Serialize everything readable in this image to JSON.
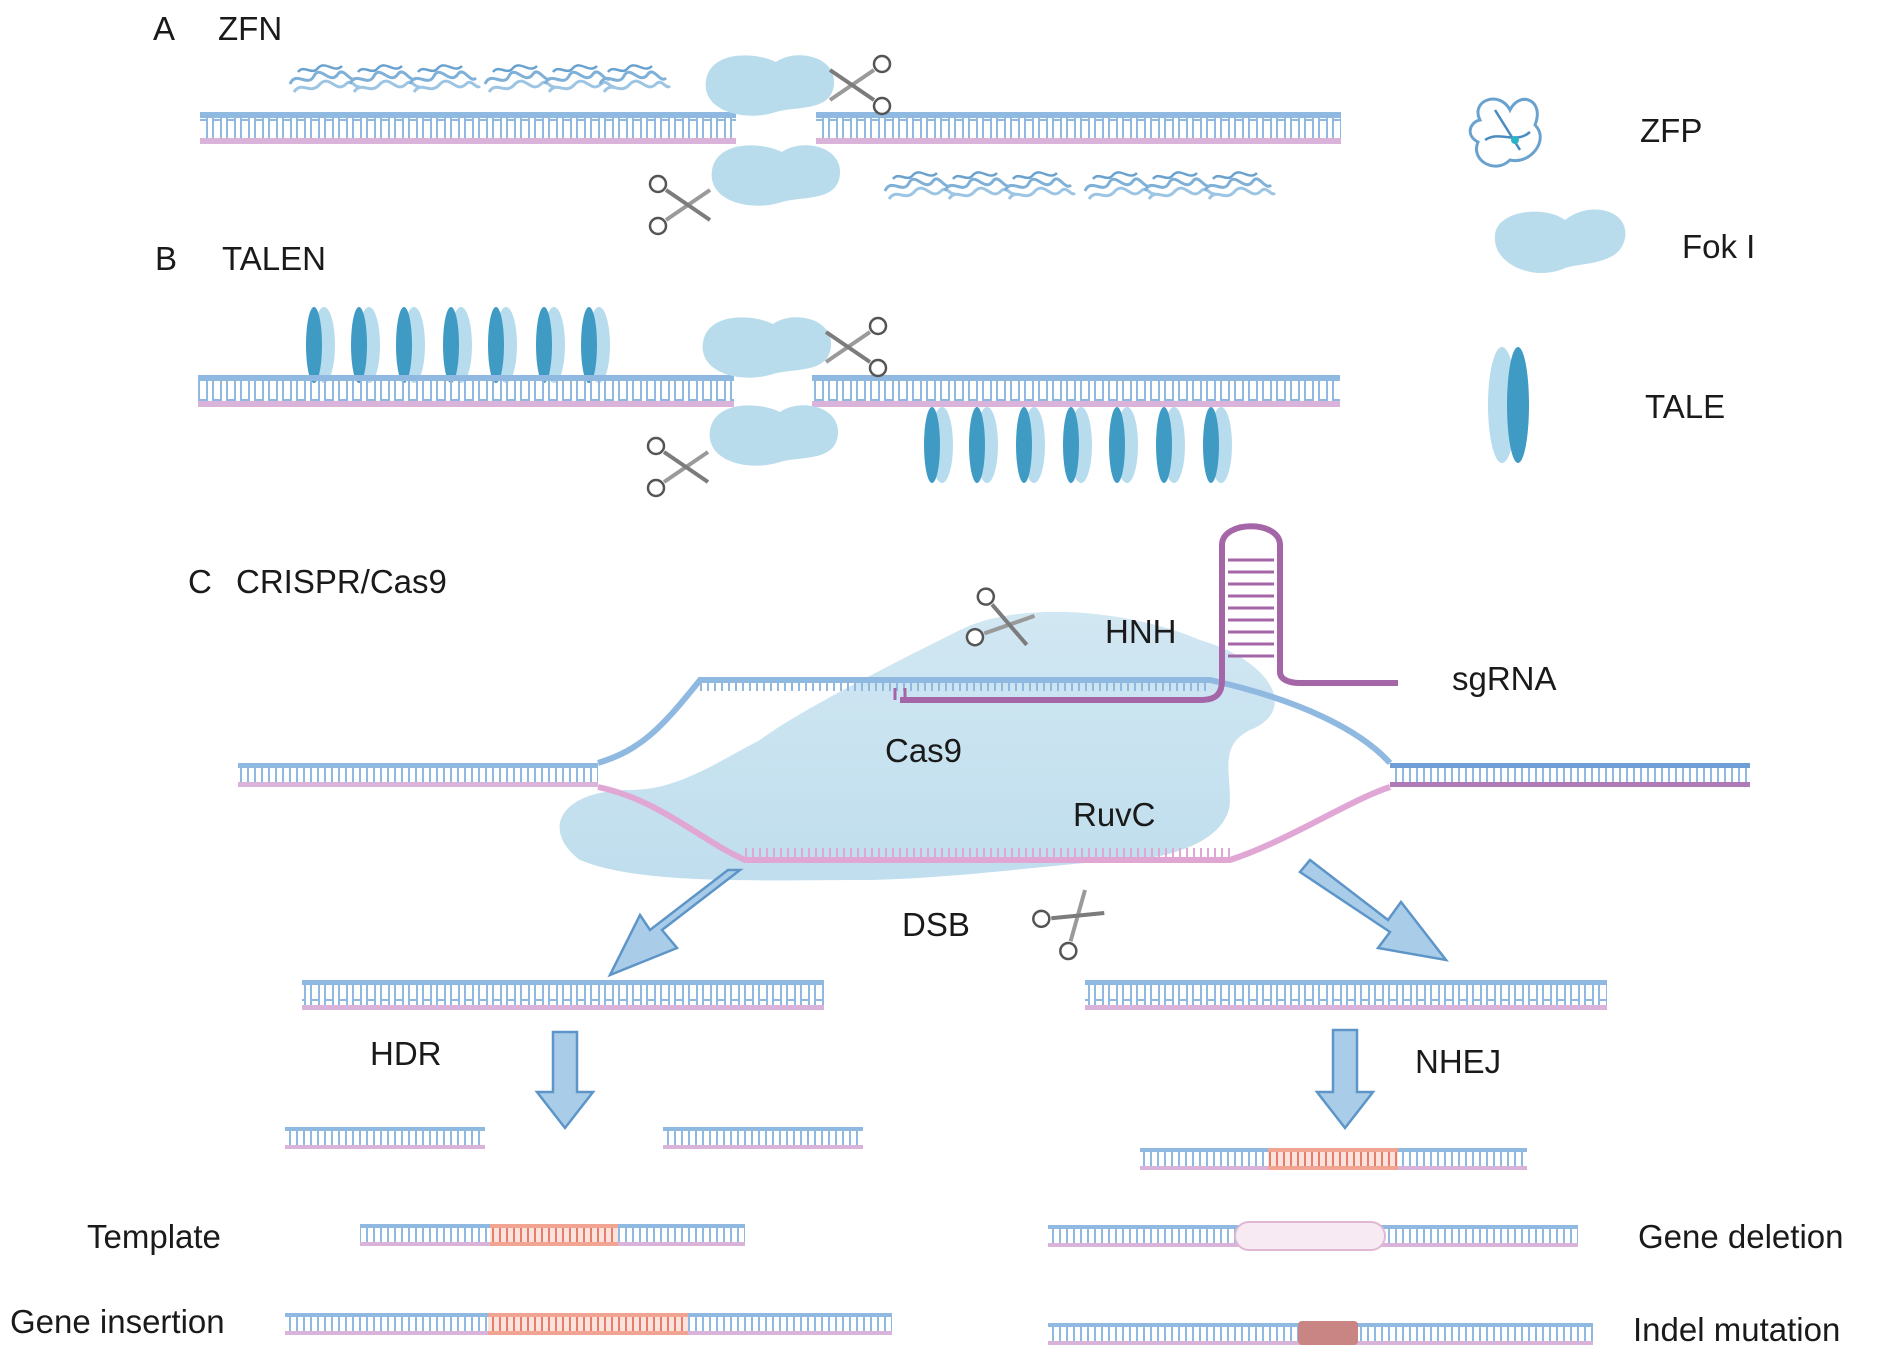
{
  "panels": {
    "a": {
      "letter": "A",
      "title": "ZFN"
    },
    "b": {
      "letter": "B",
      "title": "TALEN"
    },
    "c": {
      "letter": "C",
      "title": "CRISPR/Cas9"
    }
  },
  "legend": {
    "zfp": "ZFP",
    "foki": "Fok I",
    "tale": "TALE"
  },
  "crispr": {
    "hnh": "HNH",
    "sgrna": "sgRNA",
    "cas9": "Cas9",
    "ruvc": "RuvC",
    "dsb": "DSB"
  },
  "repair": {
    "hdr": "HDR",
    "nhej": "NHEJ",
    "template": "Template",
    "gene_insertion": "Gene insertion",
    "gene_deletion": "Gene deletion",
    "indel_mutation": "Indel mutation"
  },
  "colors": {
    "dna_top": "#8fb9e0",
    "dna_bottom": "#d9b3d9",
    "protein": "#b9dcec",
    "tale_dark": "#3f9bc4",
    "tale_light": "#b7dcee",
    "insert": "#f2a493",
    "sgrna": "#a566a8",
    "arrow": "#a9cde9",
    "arrow_stroke": "#5d95c8"
  }
}
